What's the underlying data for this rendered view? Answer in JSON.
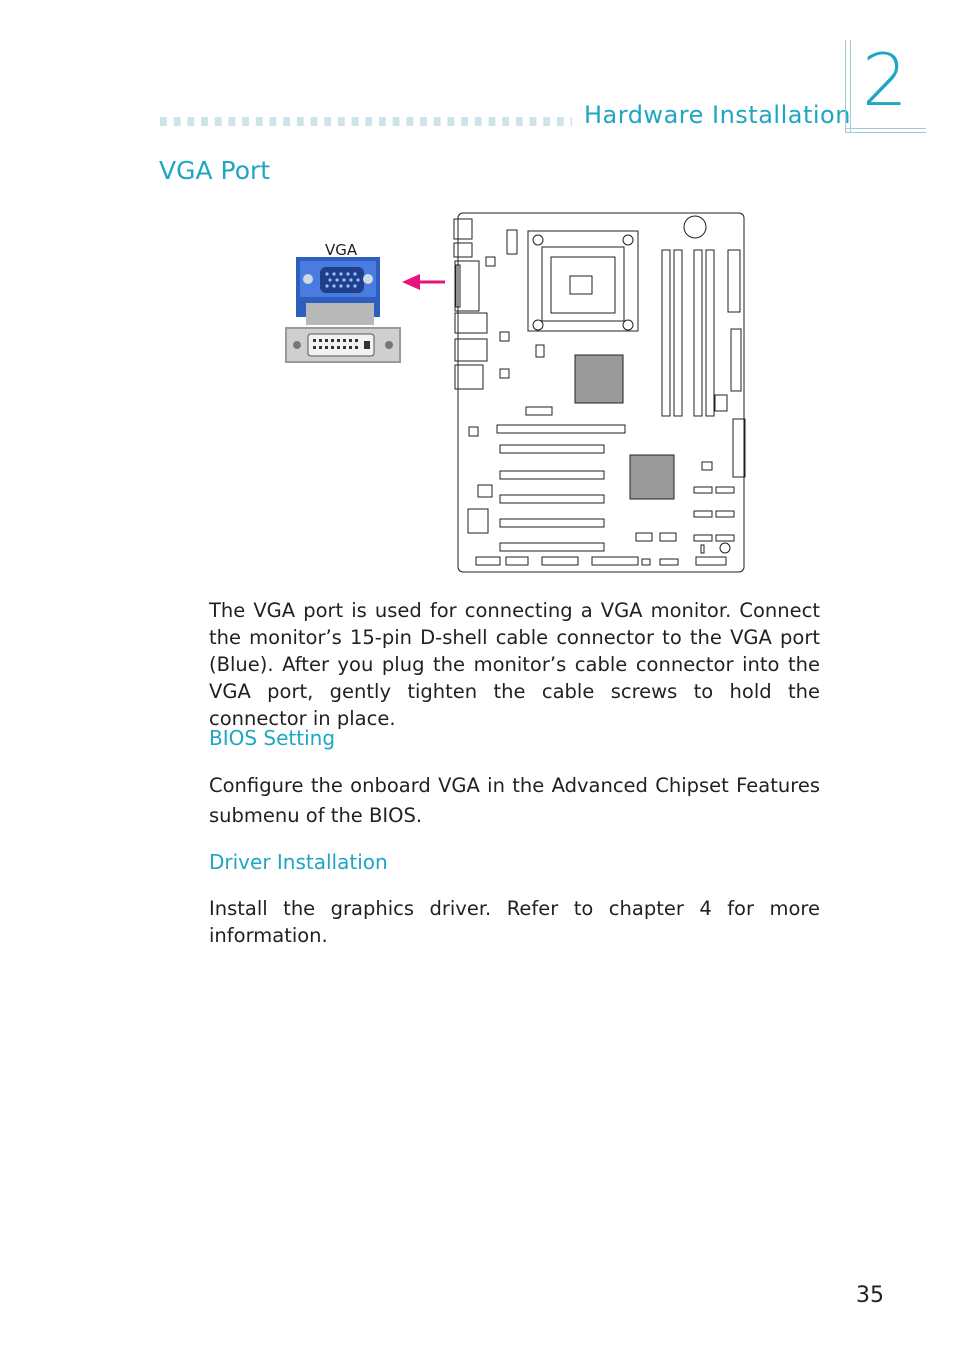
{
  "header": {
    "chapter_title": "Hardware Installation",
    "chapter_number": "2"
  },
  "section": {
    "title": "VGA Port"
  },
  "figure": {
    "connector_label": "VGA",
    "colors": {
      "vga_connector": "#2f5fbe",
      "arrow": "#e5137b",
      "bracket": "#9a9a9a"
    }
  },
  "body": {
    "intro": "The VGA port is used for connecting a VGA monitor. Connect the monitor’s 15-pin D-shell cable connector to the VGA port (Blue). After you plug the monitor’s cable connector into the VGA port, gently tighten the cable screws to hold the connector in place.",
    "bios_heading": "BIOS Setting",
    "bios_text": "Configure the onboard VGA in the Advanced Chipset Features submenu of the BIOS.",
    "driver_heading": "Driver Installation",
    "driver_text": "Install the graphics driver. Refer to chapter 4 for more information."
  },
  "footer": {
    "page_number": "35"
  }
}
